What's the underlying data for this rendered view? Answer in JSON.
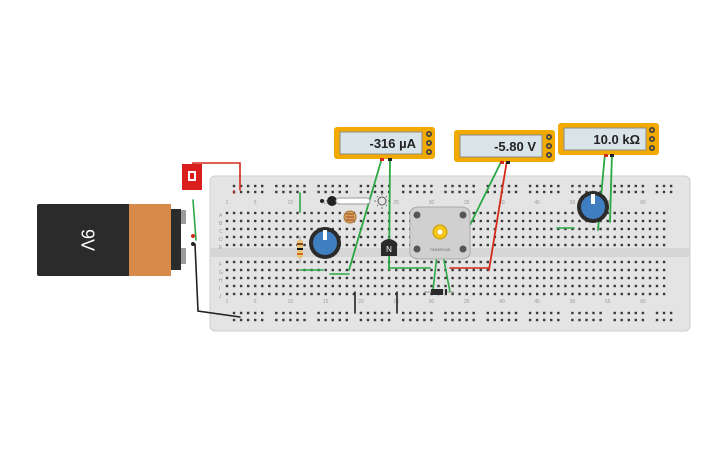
{
  "battery": {
    "label": "9V"
  },
  "meters": {
    "current": {
      "reading": "-316 µA"
    },
    "voltage": {
      "reading": "-5.80 V"
    },
    "resistance": {
      "reading": "10.0 kΩ"
    }
  },
  "transistor": {
    "label": "N"
  },
  "motor": {
    "label": "TINKERCAD"
  },
  "breadboard": {
    "column_numbers": [
      "1",
      "5",
      "10",
      "15",
      "20",
      "25",
      "30",
      "35",
      "40",
      "45",
      "50",
      "55",
      "60"
    ],
    "row_letters_top": [
      "A",
      "B",
      "C",
      "D",
      "E"
    ],
    "row_letters_bottom": [
      "F",
      "G",
      "H",
      "I",
      "J"
    ]
  },
  "colors": {
    "meter_frame": "#f2a900",
    "meter_screen": "#d9e4e8",
    "breadboard": "#e4e4e4",
    "wire_green": "#2aa843",
    "wire_red": "#d42a1a",
    "wire_black": "#222222",
    "battery_body": "#2b2b2b",
    "battery_band": "#d88a4a",
    "switch_red": "#d9201e"
  }
}
